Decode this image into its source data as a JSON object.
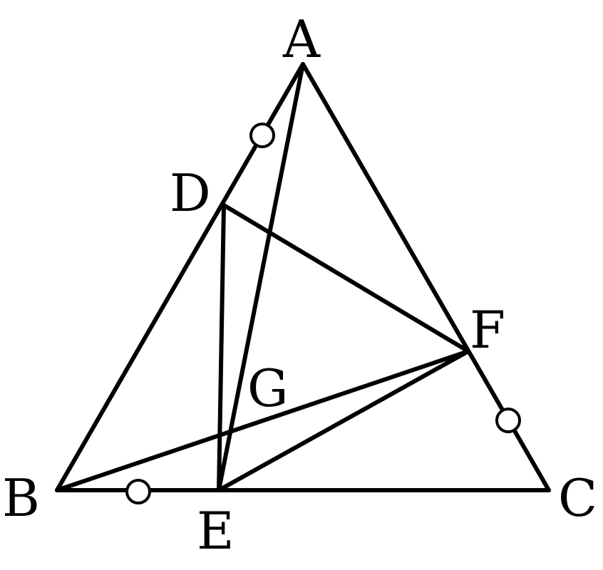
{
  "points": {
    "A": "A",
    "B": "B",
    "C": "C",
    "D": "D",
    "E": "E",
    "F": "F",
    "G": "G"
  },
  "segments": [
    [
      "A",
      "B"
    ],
    [
      "A",
      "C"
    ],
    [
      "B",
      "C"
    ],
    [
      "D",
      "E"
    ],
    [
      "D",
      "F"
    ],
    [
      "E",
      "F"
    ],
    [
      "A",
      "E"
    ],
    [
      "B",
      "F"
    ]
  ],
  "equal_marks": [
    "AD",
    "BE",
    "CF"
  ],
  "colors": {
    "stroke": "#000000",
    "background": "#ffffff"
  }
}
